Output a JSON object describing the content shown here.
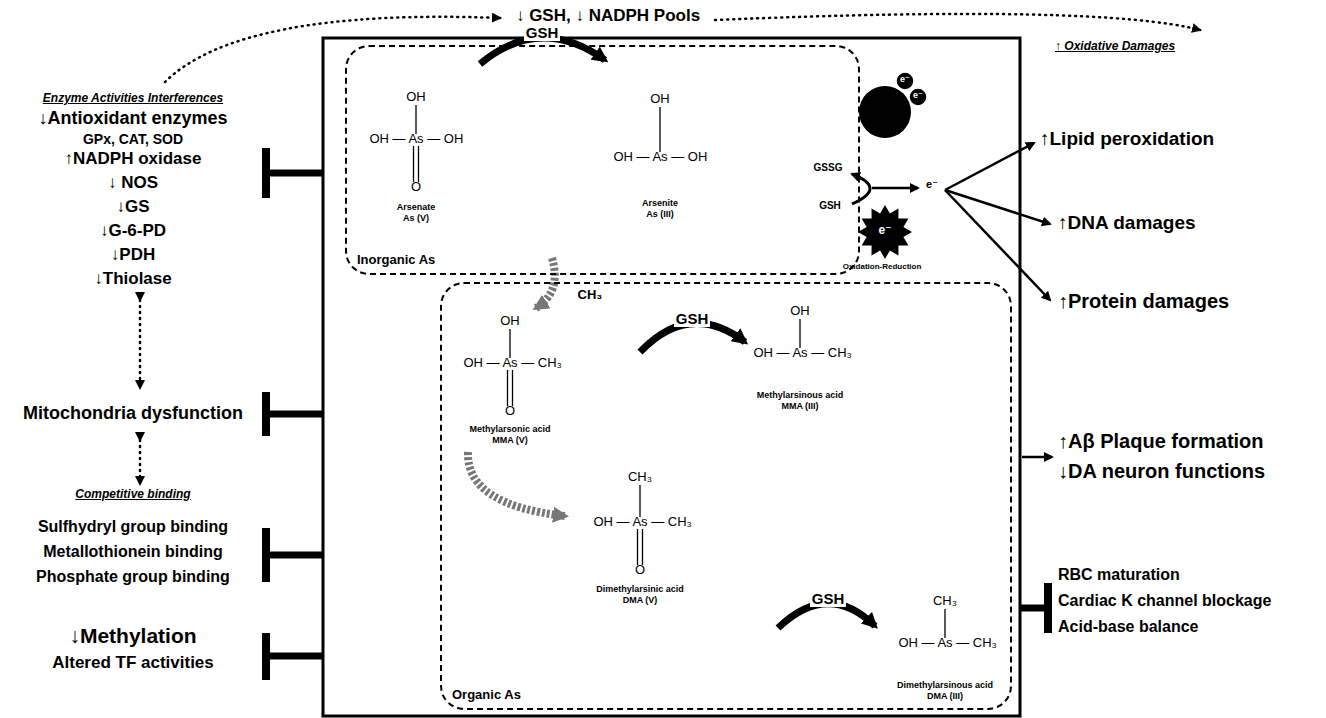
{
  "diagram": {
    "nodes": [
      {
        "text": [
          "Inorganic As"
        ]
      },
      {
        "text": [
          "Organic As"
        ]
      }
    ],
    "labels": [
      "↓ GSH, ↓ NADPH Pools",
      "Enzyme Activities Interferences",
      "↓Antioxidant enzymes",
      "GPx, CAT, SOD",
      "↑NADPH oxidase",
      "↓ NOS",
      "↓GS",
      "↓G-6-PD",
      "↓PDH",
      "↓Thiolase",
      "Mitochondria dysfunction",
      "Competitive binding",
      "Sulfhydryl group binding",
      "Metallothionein binding",
      "Phosphate group binding",
      "↓Methylation",
      "Altered TF activities",
      "OH",
      "OH — As — OH",
      "O",
      "Arsenate",
      "As (V)",
      "GSH",
      "OH",
      "OH — As — OH",
      "Arsenite",
      "As (III)",
      "CH₃",
      "OH",
      "OH — As — CH₃",
      "O",
      "Methylarsonic acid",
      "MMA (V)",
      "GSH",
      "OH",
      "OH — As — CH₃",
      "Methylarsinous acid",
      "MMA (III)",
      "CH₃",
      "OH — As — CH₃",
      "O",
      "Dimethylarsinic acid",
      "DMA (V)",
      "GSH",
      "CH₃",
      "OH — As — CH₃",
      "Dimethylarsinous acid",
      "DMA (III)",
      "e⁻",
      "e⁻",
      "GSSG",
      "GSH",
      "e⁻",
      "e⁻",
      "Oxidation-Reduction",
      "↑ Oxidative Damages",
      "↑Lipid peroxidation",
      "↑DNA damages",
      "↑Protein damages",
      "↑Aβ Plaque formation",
      "↓DA neuron functions",
      "RBC maturation",
      "Cardiac K channel blockage",
      "Acid-base balance"
    ]
  }
}
